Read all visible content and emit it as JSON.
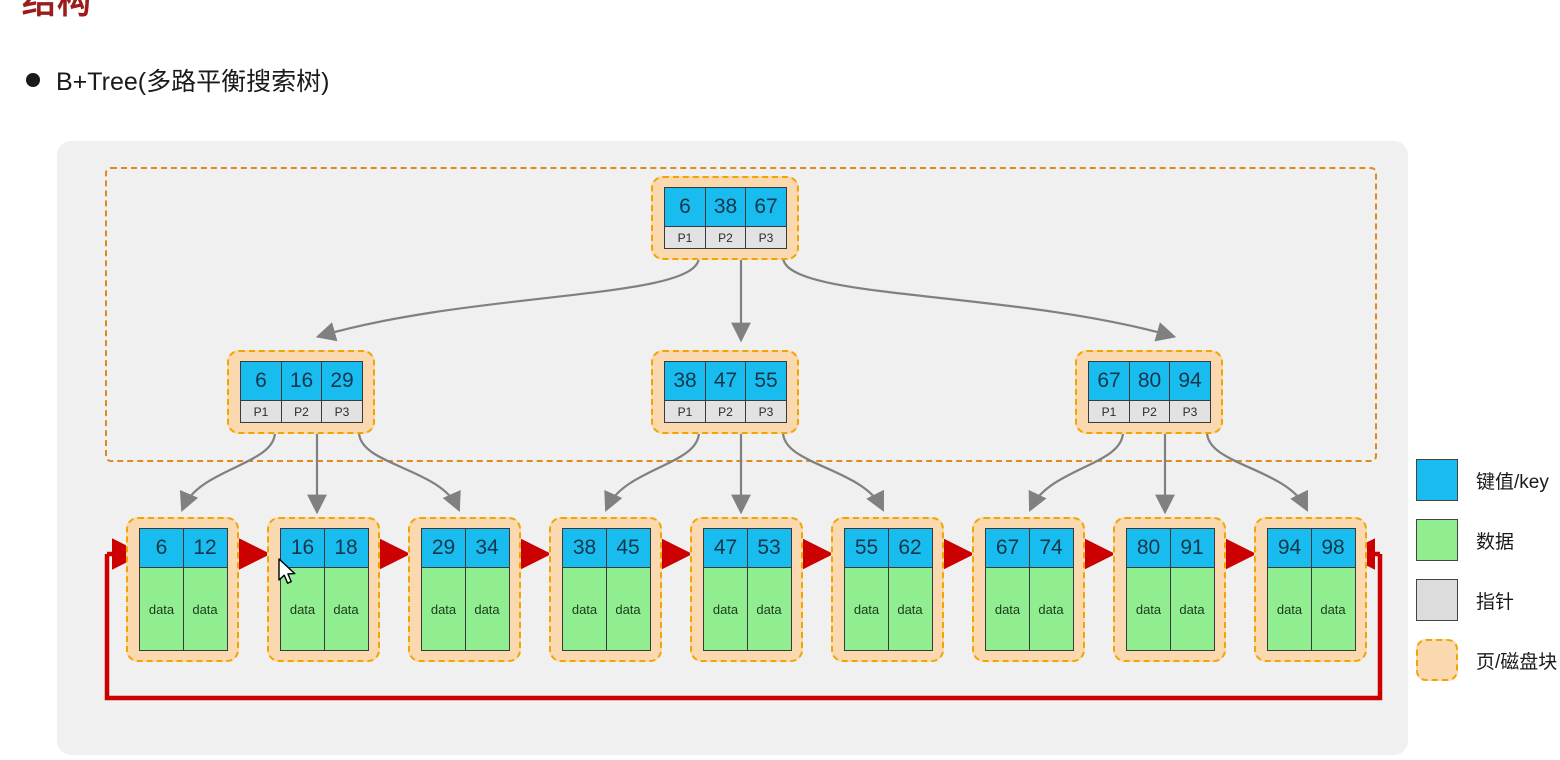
{
  "heading": {
    "cut_text": "结构"
  },
  "bullet": {
    "text": "B+Tree(多路平衡搜索树)"
  },
  "colors": {
    "key_blue": "#19bcef",
    "data_green": "#90ee90",
    "pointer_gray": "#dcdcdc",
    "page_peach": "#fad8b0",
    "page_border_orange": "#f0a500",
    "link_red": "#cc0000",
    "arrow_gray": "#808080",
    "panel_gray": "#f0f0f0",
    "heading_red": "#9c1b1b"
  },
  "tree": {
    "root": {
      "keys": [
        "6",
        "38",
        "67"
      ],
      "pointers": [
        "P1",
        "P2",
        "P3"
      ]
    },
    "internal": [
      {
        "keys": [
          "6",
          "16",
          "29"
        ],
        "pointers": [
          "P1",
          "P2",
          "P3"
        ]
      },
      {
        "keys": [
          "38",
          "47",
          "55"
        ],
        "pointers": [
          "P1",
          "P2",
          "P3"
        ]
      },
      {
        "keys": [
          "67",
          "80",
          "94"
        ],
        "pointers": [
          "P1",
          "P2",
          "P3"
        ]
      }
    ],
    "leaves": [
      {
        "keys": [
          "6",
          "12"
        ],
        "data": [
          "data",
          "data"
        ]
      },
      {
        "keys": [
          "16",
          "18"
        ],
        "data": [
          "data",
          "data"
        ]
      },
      {
        "keys": [
          "29",
          "34"
        ],
        "data": [
          "data",
          "data"
        ]
      },
      {
        "keys": [
          "38",
          "45"
        ],
        "data": [
          "data",
          "data"
        ]
      },
      {
        "keys": [
          "47",
          "53"
        ],
        "data": [
          "data",
          "data"
        ]
      },
      {
        "keys": [
          "55",
          "62"
        ],
        "data": [
          "data",
          "data"
        ]
      },
      {
        "keys": [
          "67",
          "74"
        ],
        "data": [
          "data",
          "data"
        ]
      },
      {
        "keys": [
          "80",
          "91"
        ],
        "data": [
          "data",
          "data"
        ]
      },
      {
        "keys": [
          "94",
          "98"
        ],
        "data": [
          "data",
          "data"
        ]
      }
    ]
  },
  "legend": {
    "items": [
      {
        "label": "键值/key",
        "swatch": "key-swatch"
      },
      {
        "label": "数据",
        "swatch": "data-swatch"
      },
      {
        "label": "指针",
        "swatch": "pointer-swatch"
      },
      {
        "label": "页/磁盘块",
        "swatch": "page-swatch"
      }
    ]
  }
}
